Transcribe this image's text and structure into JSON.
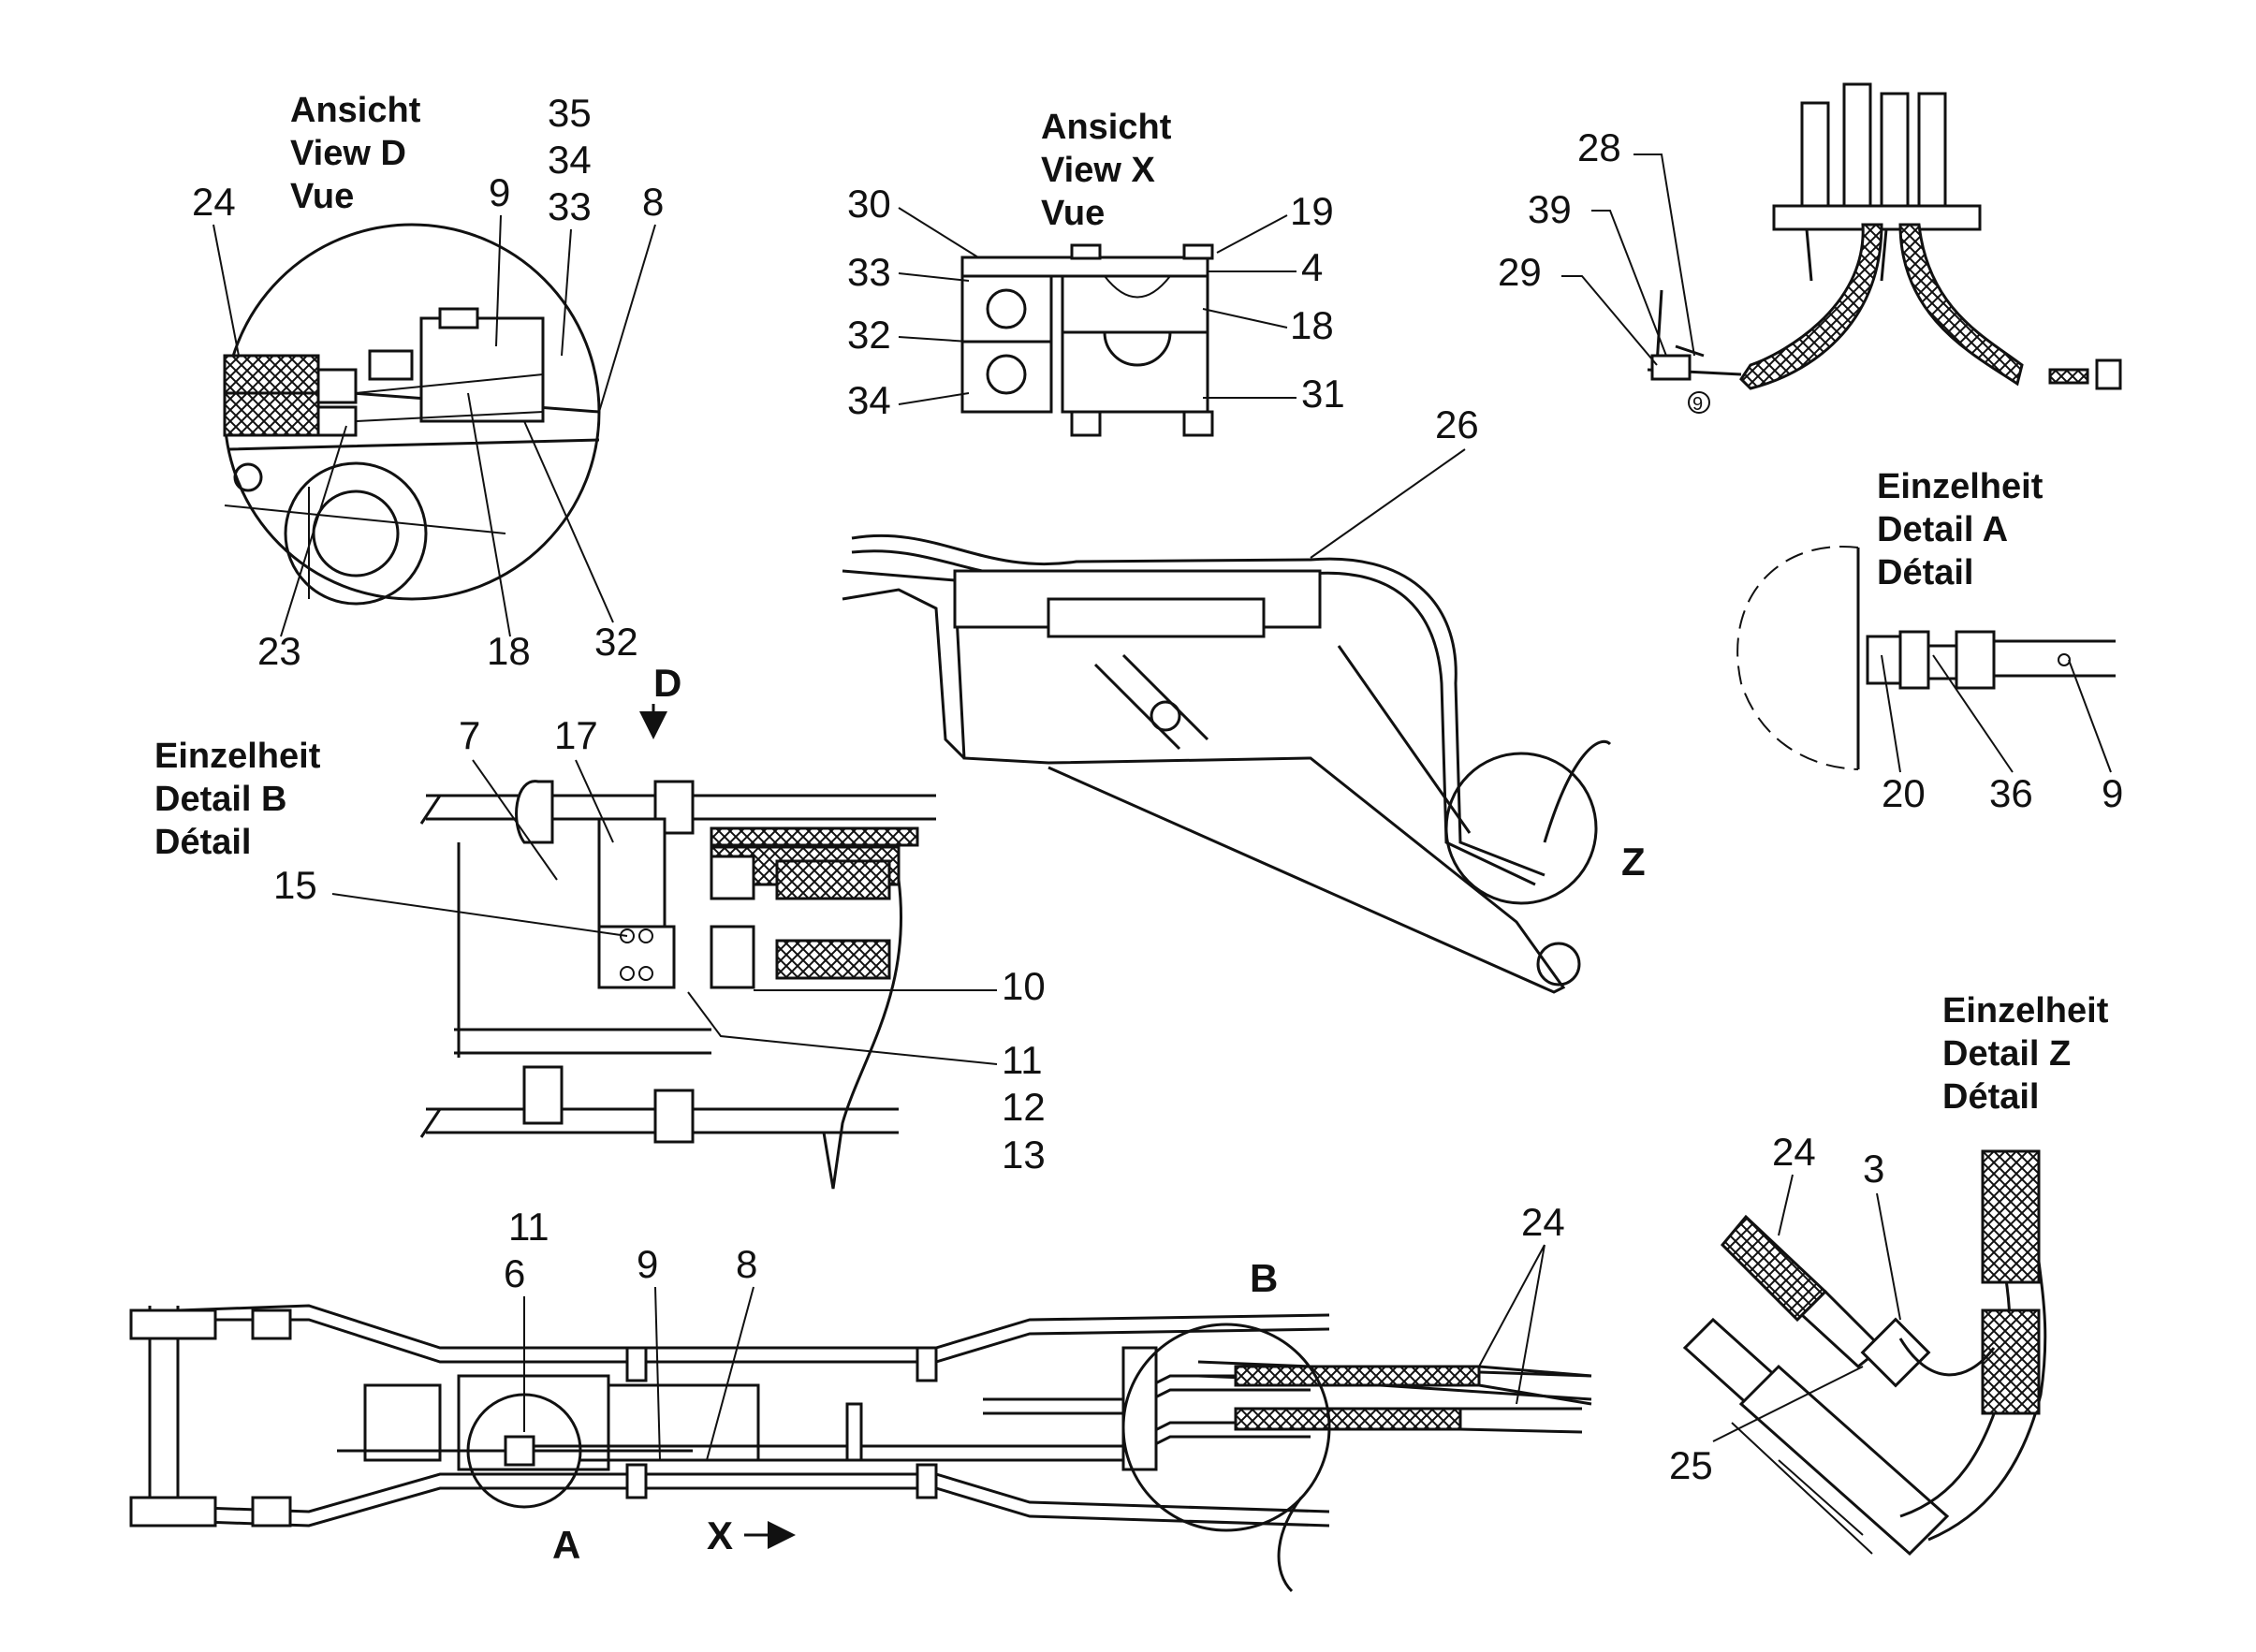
{
  "diagram": {
    "view_d": {
      "title": [
        "Ansicht",
        "View   D",
        "Vue"
      ]
    },
    "view_x": {
      "title": [
        "Ansicht",
        "View  X",
        "Vue"
      ]
    },
    "detail_a": {
      "title": [
        "Einzelheit",
        "Detail  A",
        "Détail"
      ]
    },
    "detail_b": {
      "title": [
        "Einzelheit",
        "Detail  B",
        "Détail"
      ]
    },
    "detail_z": {
      "title": [
        "Einzelheit",
        "Detail  Z",
        "Détail"
      ]
    },
    "view_markers": {
      "d": "D",
      "z": "Z",
      "a": "A",
      "b": "B",
      "x": "X"
    },
    "callouts": {
      "view_d": [
        "24",
        "9",
        "35",
        "34",
        "33",
        "8",
        "23",
        "18",
        "32"
      ],
      "view_x": [
        "30",
        "19",
        "33",
        "4",
        "32",
        "18",
        "34",
        "31"
      ],
      "top_right": [
        "28",
        "39",
        "29",
        "9"
      ],
      "boom": [
        "26"
      ],
      "detail_a": [
        "20",
        "36",
        "9"
      ],
      "detail_b": [
        "7",
        "17",
        "15",
        "10",
        "11",
        "12",
        "13"
      ],
      "bottom": [
        "11",
        "6",
        "9",
        "8",
        "24"
      ],
      "detail_z": [
        "24",
        "3",
        "25"
      ]
    }
  }
}
